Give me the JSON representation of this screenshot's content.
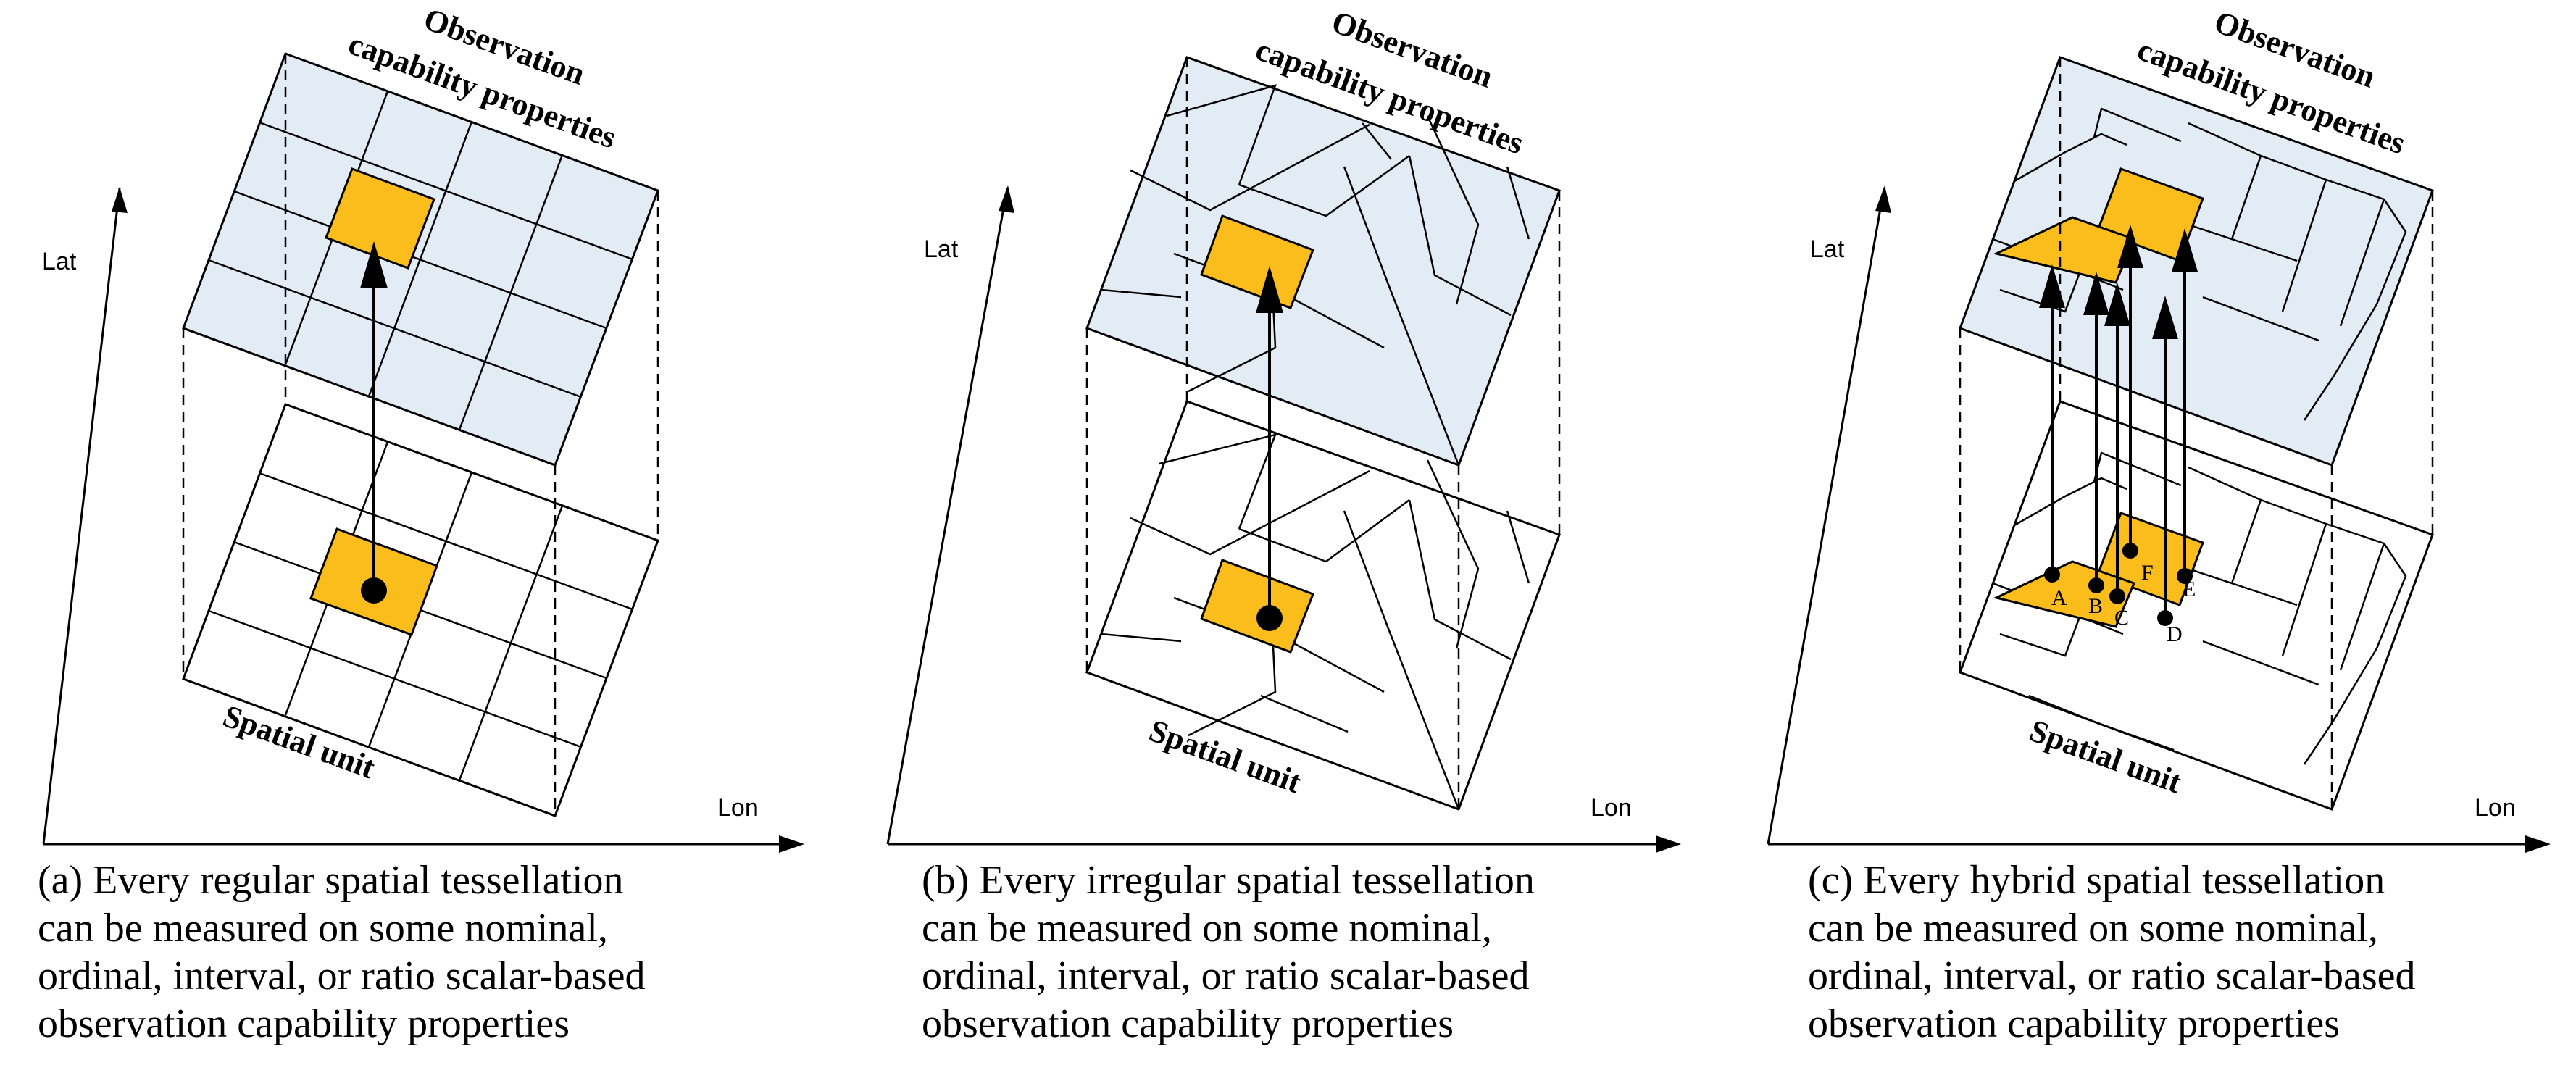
{
  "panels": [
    {
      "id": "a",
      "top_label": [
        "Observation",
        "capability properties"
      ],
      "bottom_label": "Spatial unit",
      "axis_y": "Lat",
      "axis_x": "Lon",
      "caption": [
        "(a) Every regular spatial tessellation",
        "can be measured on some nominal,",
        "ordinal, interval, or ratio scalar-based",
        "observation capability properties"
      ]
    },
    {
      "id": "b",
      "top_label": [
        "Observation",
        "capability properties"
      ],
      "bottom_label": "Spatial unit",
      "axis_y": "Lat",
      "axis_x": "Lon",
      "caption": [
        "(b) Every irregular spatial tessellation",
        "can be measured on some nominal,",
        "ordinal, interval, or ratio scalar-based",
        "observation capability properties"
      ]
    },
    {
      "id": "c",
      "top_label": [
        "Observation",
        "capability properties"
      ],
      "bottom_label": "Spatial unit",
      "axis_y": "Lat",
      "axis_x": "Lon",
      "point_labels": [
        "A",
        "B",
        "C",
        "D",
        "E",
        "F"
      ],
      "caption": [
        "(c) Every hybrid spatial tessellation",
        "can be measured on some nominal,",
        "ordinal, interval, or ratio scalar-based",
        "observation capability properties"
      ]
    }
  ],
  "colors": {
    "layer_fill": "#e3ebf4",
    "highlight": "#fbbd1b",
    "stroke": "#000000"
  }
}
